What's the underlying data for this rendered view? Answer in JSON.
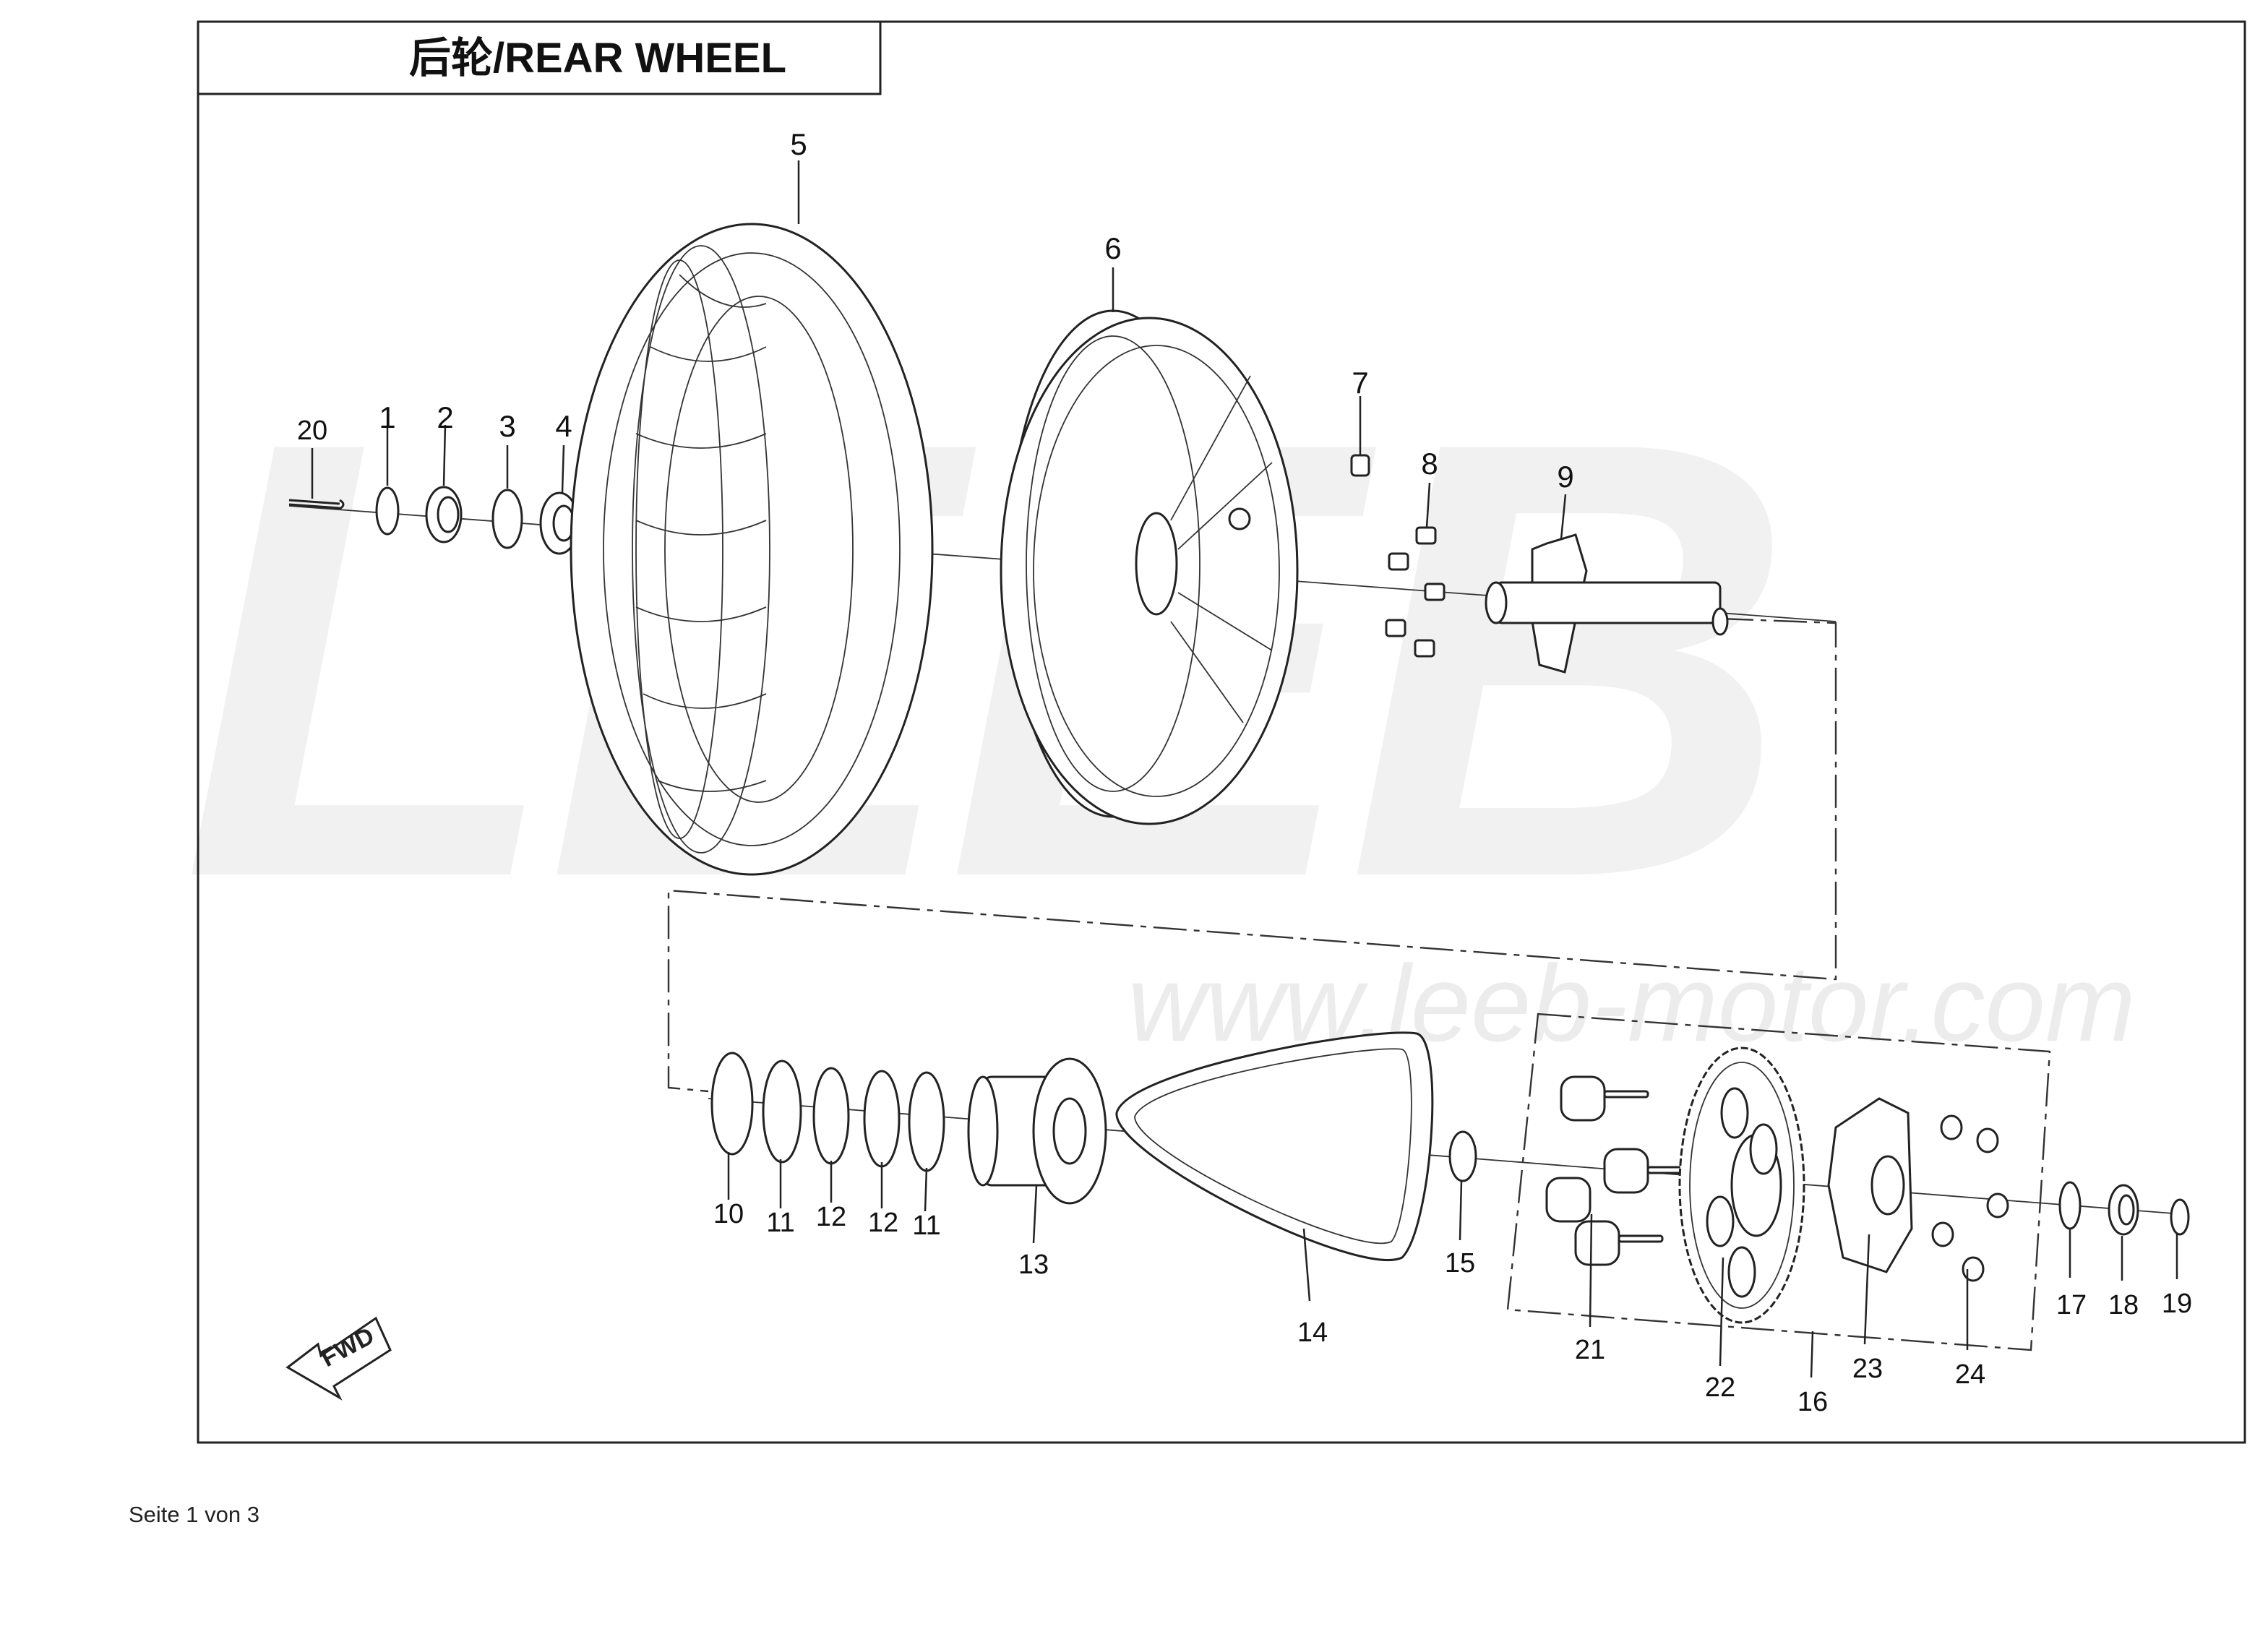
{
  "title": "后轮/REAR WHEEL",
  "watermark": {
    "logo": "LEEB",
    "url": "www.leeb-motor.com"
  },
  "fwd_label": "FWD",
  "footer": "Seite 1 von 3",
  "callouts": [
    {
      "id": "c20",
      "label": "20"
    },
    {
      "id": "c1",
      "label": "1"
    },
    {
      "id": "c2",
      "label": "2"
    },
    {
      "id": "c3",
      "label": "3"
    },
    {
      "id": "c4",
      "label": "4"
    },
    {
      "id": "c5",
      "label": "5"
    },
    {
      "id": "c6",
      "label": "6"
    },
    {
      "id": "c7",
      "label": "7"
    },
    {
      "id": "c8",
      "label": "8"
    },
    {
      "id": "c9",
      "label": "9"
    },
    {
      "id": "c10",
      "label": "10"
    },
    {
      "id": "c11a",
      "label": "11"
    },
    {
      "id": "c12a",
      "label": "12"
    },
    {
      "id": "c12b",
      "label": "12"
    },
    {
      "id": "c11b",
      "label": "11"
    },
    {
      "id": "c13",
      "label": "13"
    },
    {
      "id": "c14",
      "label": "14"
    },
    {
      "id": "c15",
      "label": "15"
    },
    {
      "id": "c21",
      "label": "21"
    },
    {
      "id": "c22",
      "label": "22"
    },
    {
      "id": "c16",
      "label": "16"
    },
    {
      "id": "c23",
      "label": "23"
    },
    {
      "id": "c24",
      "label": "24"
    },
    {
      "id": "c17",
      "label": "17"
    },
    {
      "id": "c18",
      "label": "18"
    },
    {
      "id": "c19",
      "label": "19"
    }
  ]
}
